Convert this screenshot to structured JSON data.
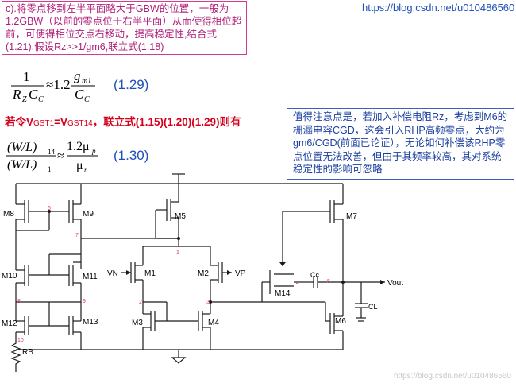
{
  "note_top_left": "c).将零点移到左半平面略大于GBW的位置，一般为1.2GBW（以前的零点位于右半平面）从而使得相位超前，可使得相位交点右移动，提高稳定性,结合式(1.21),假设Rz>>1/gm6,联立式(1.18)",
  "url": "https://blog.csdn.net/u010486560",
  "eq_129": {
    "lhs_num": "1",
    "lhs_den_R": "R",
    "lhs_den_Rsub": "Z",
    "lhs_den_C": "C",
    "lhs_den_Csub": "C",
    "approx": "≈1.2",
    "rhs_num_g": "g",
    "rhs_num_sub": "m1",
    "rhs_den_C": "C",
    "rhs_den_sub": "C",
    "number": "(1.29)"
  },
  "red_line": {
    "t1": "若令V",
    "s1": "GST1",
    "t2": "=V",
    "s2": "GST14",
    "t3": "，联立式(1.15)(1.20)(1.29)则有"
  },
  "eq_130": {
    "num_text": "(W/L)",
    "num_sub": "14",
    "den_text": "(W/L)",
    "den_sub": "1",
    "approx": "≈",
    "rhs_num": "1.2μ",
    "rhs_num_sub": "p",
    "rhs_den": "μ",
    "rhs_den_sub": "n",
    "number": "(1.30)"
  },
  "note_right": "值得注意点是，若加入补偿电阻Rz，考虑到M6的栅漏电容CGD，这会引入RHP高频零点，大约为gm6/CGD(前面已论证），无论如何补偿该RHP零点位置无法改善，但由于其频率较高，其对系统稳定性的影响可忽略",
  "circuit": {
    "transistors": {
      "m8": "M8",
      "m9": "M9",
      "m5": "M5",
      "m7": "M7",
      "m10": "M10",
      "m11": "M11",
      "m1": "M1",
      "m2": "M2",
      "m14": "M14",
      "m12": "M12",
      "m13": "M13",
      "m3": "M3",
      "m4": "M4",
      "m6": "M6"
    },
    "components": {
      "rb": "RB",
      "cc": "Cc",
      "cl": "CL",
      "vout": "Vout",
      "vn": "VN",
      "vp": "VP"
    },
    "nodes": {
      "n1": "1",
      "n2": "2",
      "n3": "3",
      "n4": "4",
      "n5": "5",
      "n6": "6",
      "n7": "7",
      "n8": "8",
      "n9": "9",
      "n10": "10"
    }
  },
  "watermark": "https://blog.csdn.net/u010486560",
  "colors": {
    "accent_pink": "#d63a8c",
    "accent_blue": "#1f4fb8",
    "accent_red": "#d6001c",
    "node_label": "#e0405a"
  }
}
